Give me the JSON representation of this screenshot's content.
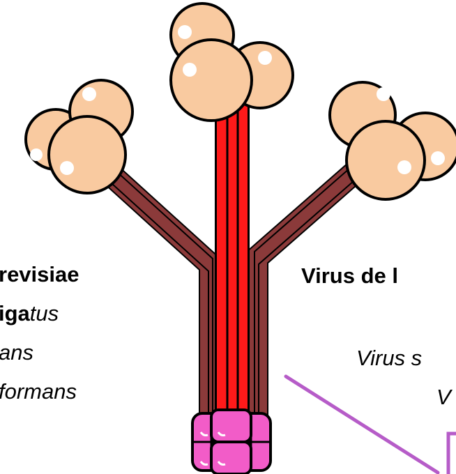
{
  "left_labels": [
    {
      "parts": [
        {
          "text": "revisiae",
          "style": "bold"
        }
      ]
    },
    {
      "parts": [
        {
          "text": "iga",
          "style": "bold"
        },
        {
          "text": "tus",
          "style": "italic"
        }
      ]
    },
    {
      "parts": [
        {
          "text": "ans",
          "style": "italic"
        }
      ]
    },
    {
      "parts": [
        {
          "text": "formans",
          "style": "italic"
        }
      ]
    }
  ],
  "right_labels": [
    {
      "text": "Virus de l",
      "style": "bold"
    },
    {
      "text": "Virus s",
      "style": "italic"
    },
    {
      "text": "V",
      "style": "italic"
    }
  ],
  "colors": {
    "background": "#ffffff",
    "head_fill": "#f9caa0",
    "head_highlight": "#ffffff",
    "outline": "#000000",
    "side_stalk": "#8b3a3a",
    "center_stalk": "#ff1a1a",
    "base_fill": "#f25cc8",
    "pointer_line": "#b65cc8"
  },
  "icons": {
    "heads": "globular-trimer-heads",
    "stalk": "coiled-coil-stalk",
    "base": "membrane-anchor-cluster",
    "arrow": "pointer-line"
  }
}
